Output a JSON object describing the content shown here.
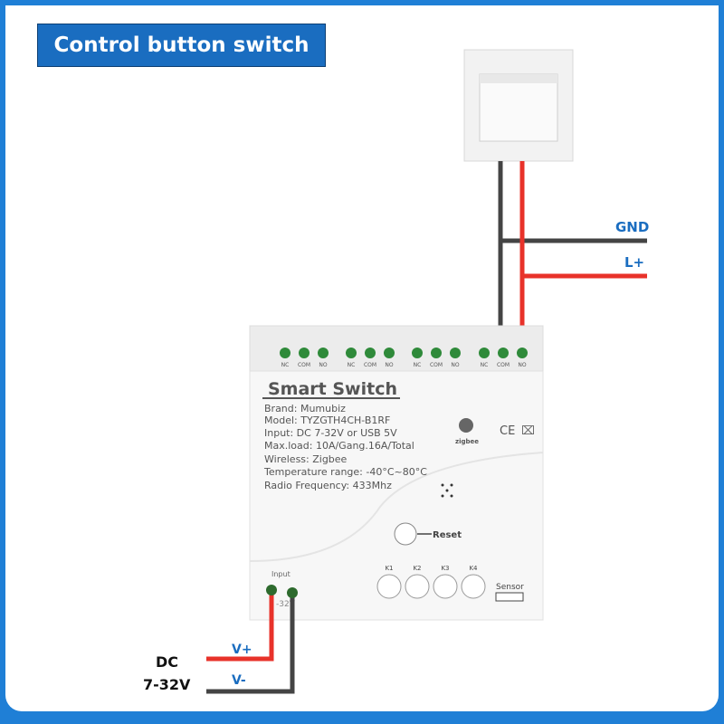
{
  "title": "Control button switch",
  "labels": {
    "gnd": "GND",
    "lplus": "L+",
    "vplus": "V+",
    "vminus": "V-",
    "dc": "DC",
    "dc_range": "7-32V"
  },
  "device": {
    "name": "Smart Switch",
    "specs": [
      "Brand:  Mumubiz",
      "Model:  TYZGTH4CH-B1RF",
      "Input:  DC 7-32V or USB 5V",
      "Max.load:  10A/Gang.16A/Total",
      "Wireless:  Zigbee",
      "Temperature range: -40°C~80°C",
      "Radio Frequency:  433Mhz"
    ],
    "terminal_labels": [
      "NC",
      "COM",
      "NO"
    ],
    "zigbee": "zigbee",
    "ce": "CE",
    "reset": "Reset",
    "keys": [
      "K1",
      "K2",
      "K3",
      "K4"
    ],
    "sensor": "Sensor",
    "input": "Input",
    "input_mark": "-32V"
  },
  "colors": {
    "blue": "#1a6dc0",
    "red": "#e8322a",
    "wire_dark": "#444444"
  }
}
